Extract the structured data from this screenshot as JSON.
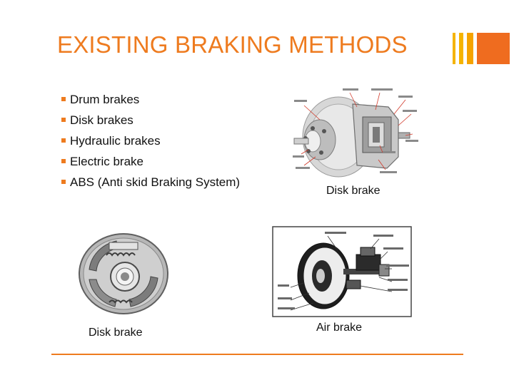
{
  "slide": {
    "title": "EXISTING BRAKING METHODS",
    "bullets": [
      "Drum brakes",
      "Disk brakes",
      "Hydraulic brakes",
      "Electric brake",
      "ABS (Anti skid Braking System)"
    ],
    "figures": {
      "top_right_caption": "Disk brake",
      "bottom_left_caption": "Disk brake",
      "bottom_right_caption": "Air brake"
    }
  },
  "colors": {
    "accent": "#ee7b1f",
    "accent_yellow": "#f5b400",
    "text": "#111111",
    "background": "#ffffff"
  }
}
